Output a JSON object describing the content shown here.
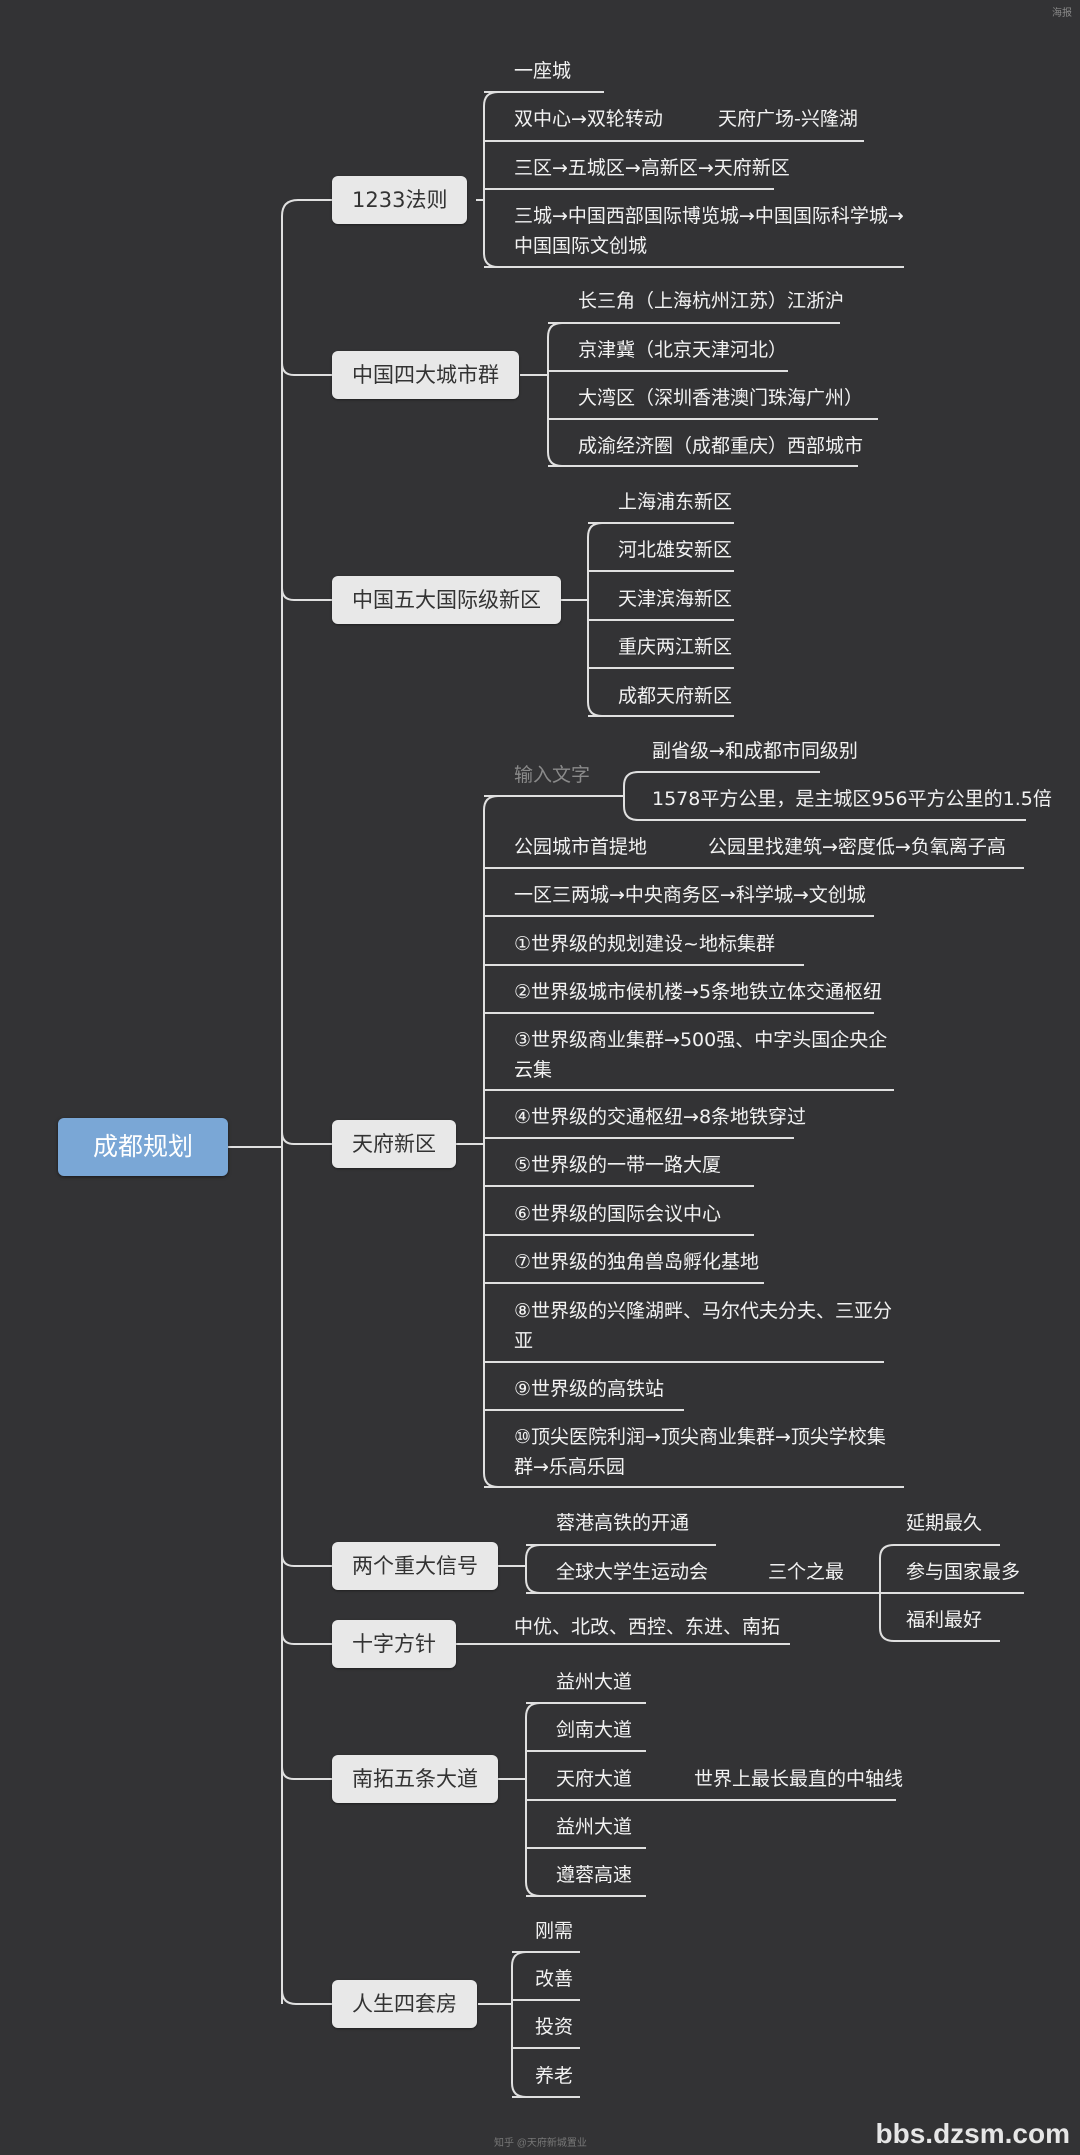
{
  "root": "成都规划",
  "branches": [
    {
      "id": "b1",
      "label": "1233法则",
      "items": [
        {
          "id": "b1i1",
          "text": "一座城"
        },
        {
          "id": "b1i2",
          "text": "双中心→双轮转动",
          "sub": "天府广场-兴隆湖"
        },
        {
          "id": "b1i3",
          "text": "三区→五城区→高新区→天府新区"
        },
        {
          "id": "b1i4",
          "text": "三城→中国西部国际博览城→中国国际科学城→中国国际文创城"
        }
      ]
    },
    {
      "id": "b2",
      "label": "中国四大城市群",
      "items": [
        {
          "id": "b2i1",
          "text": "长三角（上海杭州江苏）江浙沪"
        },
        {
          "id": "b2i2",
          "text": "京津冀（北京天津河北）"
        },
        {
          "id": "b2i3",
          "text": "大湾区（深圳香港澳门珠海广州）"
        },
        {
          "id": "b2i4",
          "text": "成渝经济圈（成都重庆）西部城市"
        }
      ]
    },
    {
      "id": "b3",
      "label": "中国五大国际级新区",
      "items": [
        {
          "id": "b3i1",
          "text": "上海浦东新区"
        },
        {
          "id": "b3i2",
          "text": "河北雄安新区"
        },
        {
          "id": "b3i3",
          "text": "天津滨海新区"
        },
        {
          "id": "b3i4",
          "text": "重庆两江新区"
        },
        {
          "id": "b3i5",
          "text": "成都天府新区"
        }
      ]
    },
    {
      "id": "b4",
      "label": "天府新区",
      "items": [
        {
          "id": "b4i1",
          "text": "输入文字",
          "placeholder": true,
          "subs": [
            {
              "id": "b4i1s1",
              "text": "副省级→和成都市同级别"
            },
            {
              "id": "b4i1s2",
              "text": "1578平方公里，是主城区956平方公里的1.5倍"
            }
          ]
        },
        {
          "id": "b4i2",
          "text": "公园城市首提地",
          "sub": "公园里找建筑→密度低→负氧离子高"
        },
        {
          "id": "b4i3",
          "text": "一区三两城→中央商务区→科学城→文创城"
        },
        {
          "id": "b4i4",
          "text": "①世界级的规划建设~地标集群"
        },
        {
          "id": "b4i5",
          "text": "②世界级城市候机楼→5条地铁立体交通枢纽"
        },
        {
          "id": "b4i6",
          "text": "③世界级商业集群→500强、中字头国企央企云集"
        },
        {
          "id": "b4i7",
          "text": "④世界级的交通枢纽→8条地铁穿过"
        },
        {
          "id": "b4i8",
          "text": "⑤世界级的一带一路大厦"
        },
        {
          "id": "b4i9",
          "text": "⑥世界级的国际会议中心"
        },
        {
          "id": "b4i10",
          "text": "⑦世界级的独角兽岛孵化基地"
        },
        {
          "id": "b4i11",
          "text": "⑧世界级的兴隆湖畔、马尔代夫分夫、三亚分亚"
        },
        {
          "id": "b4i12",
          "text": "⑨世界级的高铁站"
        },
        {
          "id": "b4i13",
          "text": "⑩顶尖医院利润→顶尖商业集群→顶尖学校集群→乐高乐园"
        }
      ]
    },
    {
      "id": "b5",
      "label": "两个重大信号",
      "items": [
        {
          "id": "b5i1",
          "text": "蓉港高铁的开通"
        },
        {
          "id": "b5i2",
          "text": "全球大学生运动会",
          "sub": "三个之最",
          "subs": [
            {
              "id": "b5s1",
              "text": "延期最久"
            },
            {
              "id": "b5s2",
              "text": "参与国家最多"
            },
            {
              "id": "b5s3",
              "text": "福利最好"
            }
          ]
        }
      ]
    },
    {
      "id": "b6",
      "label": "十字方针",
      "items": [
        {
          "id": "b6i1",
          "text": "中优、北改、西控、东进、南拓"
        }
      ]
    },
    {
      "id": "b7",
      "label": "南拓五条大道",
      "items": [
        {
          "id": "b7i1",
          "text": "益州大道"
        },
        {
          "id": "b7i2",
          "text": "剑南大道"
        },
        {
          "id": "b7i3",
          "text": "天府大道",
          "sub": "世界上最长最直的中轴线"
        },
        {
          "id": "b7i4",
          "text": "益州大道"
        },
        {
          "id": "b7i5",
          "text": "遵蓉高速"
        }
      ]
    },
    {
      "id": "b8",
      "label": "人生四套房",
      "items": [
        {
          "id": "b8i1",
          "text": "刚需"
        },
        {
          "id": "b8i2",
          "text": "改善"
        },
        {
          "id": "b8i3",
          "text": "投资"
        },
        {
          "id": "b8i4",
          "text": "养老"
        }
      ]
    }
  ],
  "watermark": {
    "site": "bbs.dzsm.com",
    "bottom_small": "知乎 @天府新城置业",
    "corner": "海报"
  },
  "colors": {
    "background": "#333335",
    "line": "#e0e0e0",
    "node": "#e8e8e8",
    "root": "#7aa7d6",
    "text": "#f2f2f2",
    "placeholder": "#8a8a8a"
  }
}
